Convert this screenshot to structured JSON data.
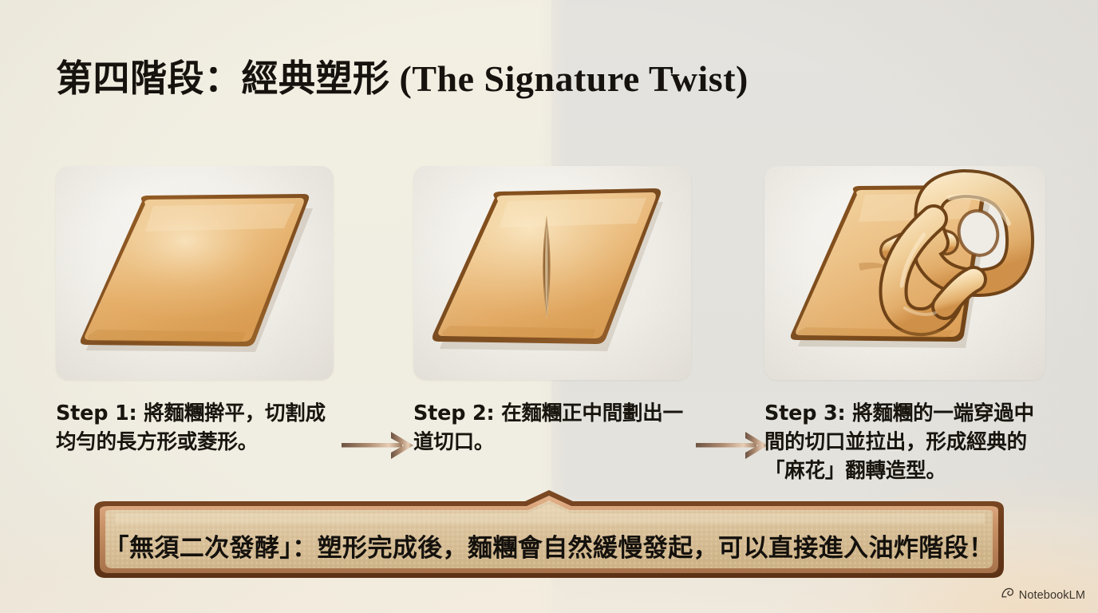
{
  "slide": {
    "title": "第四階段：經典塑形 (The Signature Twist)",
    "background": {
      "left_color": "#f0ede1",
      "right_color": "#e3e1dc"
    }
  },
  "steps": [
    {
      "id": "step-1",
      "illustration": "flattened-dough-rhombus",
      "caption": "Step 1: 將麵糰擀平，切割成均勻的長方形或菱形。"
    },
    {
      "id": "step-2",
      "illustration": "dough-rhombus-with-center-slit",
      "caption": "Step 2: 在麵糰正中間劃出一道切口。"
    },
    {
      "id": "step-3",
      "illustration": "dough-twisted-through-slit",
      "caption": "Step 3: 將麵糰的一端穿過中間的切口並拉出，形成經典的「麻花」翻轉造型。"
    }
  ],
  "arrows": [
    {
      "id": "arrow-step1-to-step2",
      "direction": "right"
    },
    {
      "id": "arrow-step2-to-step3",
      "direction": "right"
    }
  ],
  "banner": {
    "text": "「無須二次發酵」：塑形完成後，麵糰會自然緩慢發起，可以直接進入油炸階段！",
    "border_color": "#6b3c1f",
    "fill_color": "#d9c3a0"
  },
  "watermark": {
    "icon": "notebooklm-spiral-icon",
    "label": "NotebookLM"
  },
  "palette": {
    "dough_light": "#f3d6a4",
    "dough_mid": "#e3ab5f",
    "dough_dark": "#8a5522",
    "arrow_color": "#8a6a52",
    "title_color": "#16130f"
  }
}
